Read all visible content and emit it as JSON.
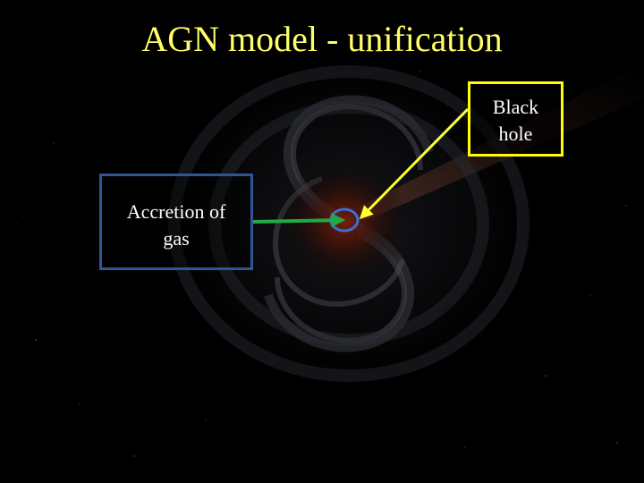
{
  "slide": {
    "title": "AGN model - unification"
  },
  "black_hole_label": {
    "line1": "Black",
    "line2": "hole"
  },
  "accretion_label": {
    "line1": "Accretion of",
    "line2": "gas"
  },
  "colors": {
    "title": "#ffff66",
    "black_hole_box_border": "#ffff00",
    "black_hole_arrow": "#ffff33",
    "accretion_box_border": "#2f5597",
    "accretion_arrow": "#22aa44",
    "black_hole_marker": "#3a6fd8",
    "background": "#000000"
  },
  "icons": {
    "background_image": "galaxy-accretion-disk-icon",
    "black_hole_marker": "circle-marker-icon"
  }
}
